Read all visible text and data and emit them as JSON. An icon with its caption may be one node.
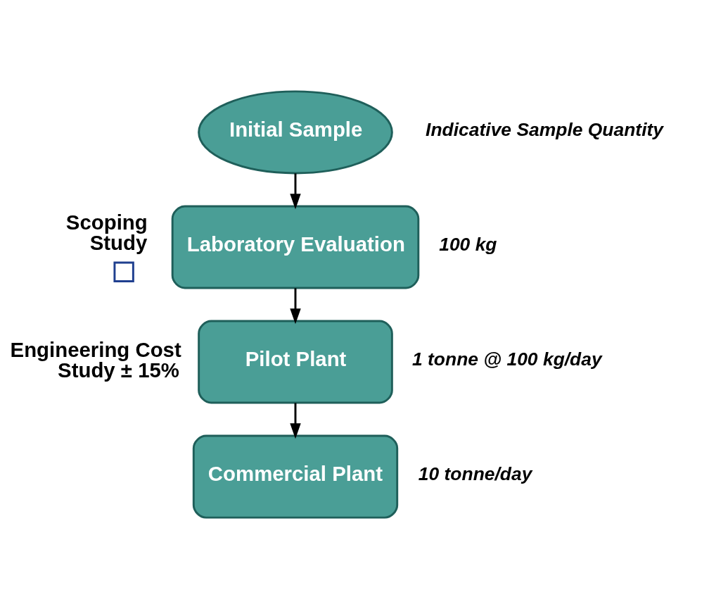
{
  "diagram": {
    "nodes": [
      {
        "text": [
          "Initial Sample"
        ]
      },
      {
        "text": [
          "Laboratory Evaluation"
        ],
        "beside": [
          "100 kg"
        ]
      },
      {
        "text": [
          "Pilot Plant"
        ],
        "beside": [
          "1 tonne @ 100 kg/day"
        ]
      },
      {
        "text": [
          "Commercial Plant"
        ],
        "beside": [
          "10 tonne/day"
        ]
      }
    ],
    "edges": [
      {
        "from": 0,
        "to": 1,
        "arrow": "to"
      },
      {
        "from": 1,
        "to": 2,
        "arrow": "to"
      },
      {
        "from": 2,
        "to": 3,
        "arrow": "to"
      }
    ],
    "labels": [
      "Indicative Sample Quantity",
      "Scoping Study",
      "Engineering Cost Study ± 15%"
    ]
  }
}
